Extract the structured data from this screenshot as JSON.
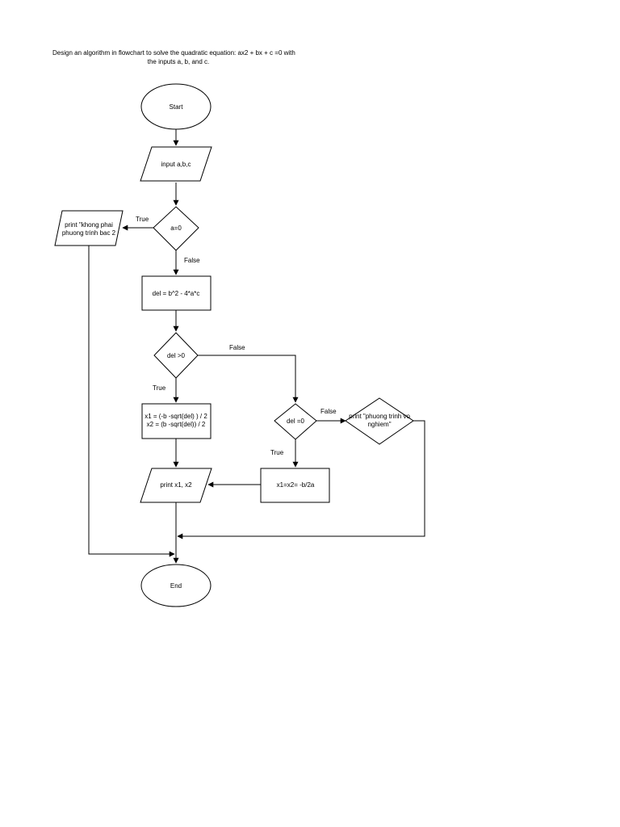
{
  "title": {
    "line1": "Design an algorithm in flowchart to solve the quadratic equation: ax2 + bx + c =0 with",
    "line2": "the inputs a, b, and c."
  },
  "nodes": {
    "start": "Start",
    "input": "input a,b,c",
    "cond_a": "a=0",
    "print_not_quadratic": [
      "print \"khong phai",
      "phuong trinh bac 2"
    ],
    "calc_del": "del = b^2 - 4*a*c",
    "cond_del_pos": "del >0",
    "calc_roots": [
      "x1 = (-b -sqrt(del) ) / 2",
      "x2 = (b -sqrt(del)) / 2"
    ],
    "print_roots": "print x1, x2",
    "cond_del_zero": "del =0",
    "print_no_solution": [
      "print \"phuong trinh vo",
      "nghiem\""
    ],
    "calc_double_root": "x1=x2= -b/2a",
    "end": "End"
  },
  "edge_labels": {
    "a_true": "True",
    "a_false": "False",
    "del_pos_false": "False",
    "del_pos_true": "True",
    "del_zero_false": "False",
    "del_zero_true": "True"
  }
}
